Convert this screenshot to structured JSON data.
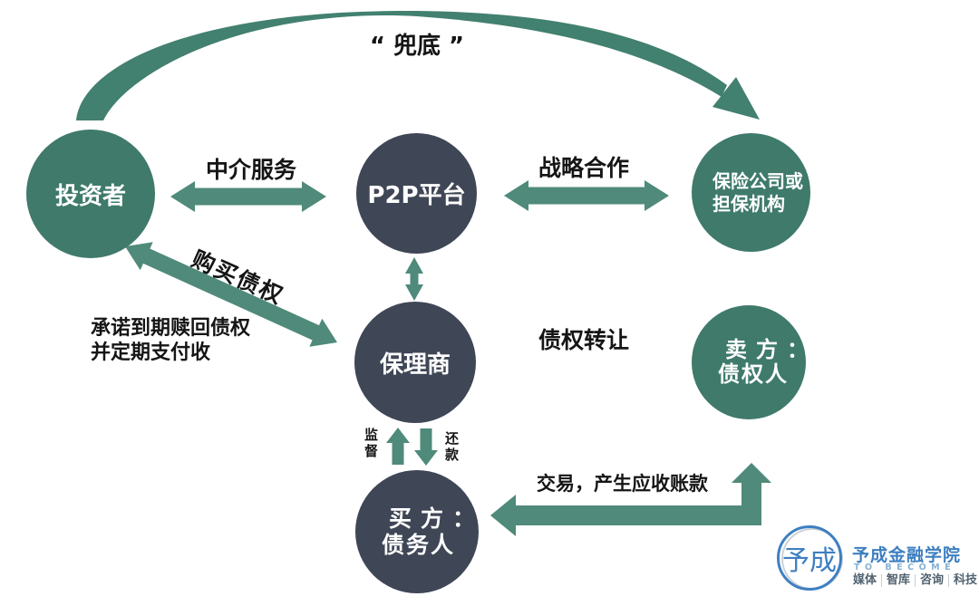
{
  "diagram": {
    "underwrite_label": "“ 兜底 ”",
    "nodes": {
      "investor": "投资者",
      "p2p": "P2P平台",
      "insurance_line1": "保险公司或",
      "insurance_line2": "担保机构",
      "factor": "保理商",
      "seller_line1": "卖方：",
      "seller_line2": "债权人",
      "buyer_line1": "买方：",
      "buyer_line2": "债务人"
    },
    "edges": {
      "intermediary_service": "中介服务",
      "strategic_cooperation": "战略合作",
      "purchase_debt": "购买债权",
      "promise_line1": "承诺到期赎回债权",
      "promise_line2": "并定期支付收",
      "debt_transfer": "债权转让",
      "supervision": "监督",
      "repayment": "还款",
      "trade": "交易，产生应收账款"
    }
  },
  "logo": {
    "mark": "予成",
    "name": "予成金融学院",
    "slogan": "TO BECOME",
    "tags": [
      "媒体",
      "智库",
      "咨询",
      "科技"
    ]
  },
  "colors": {
    "node_green": "#3f7a6b",
    "node_dark": "#3f4656",
    "arrow_green": "#4f8a7a",
    "arc_green": "#42806f",
    "label_black": "#151515",
    "logo_blue": "#3e7fc1",
    "logo_gray_text": "#51626f"
  }
}
